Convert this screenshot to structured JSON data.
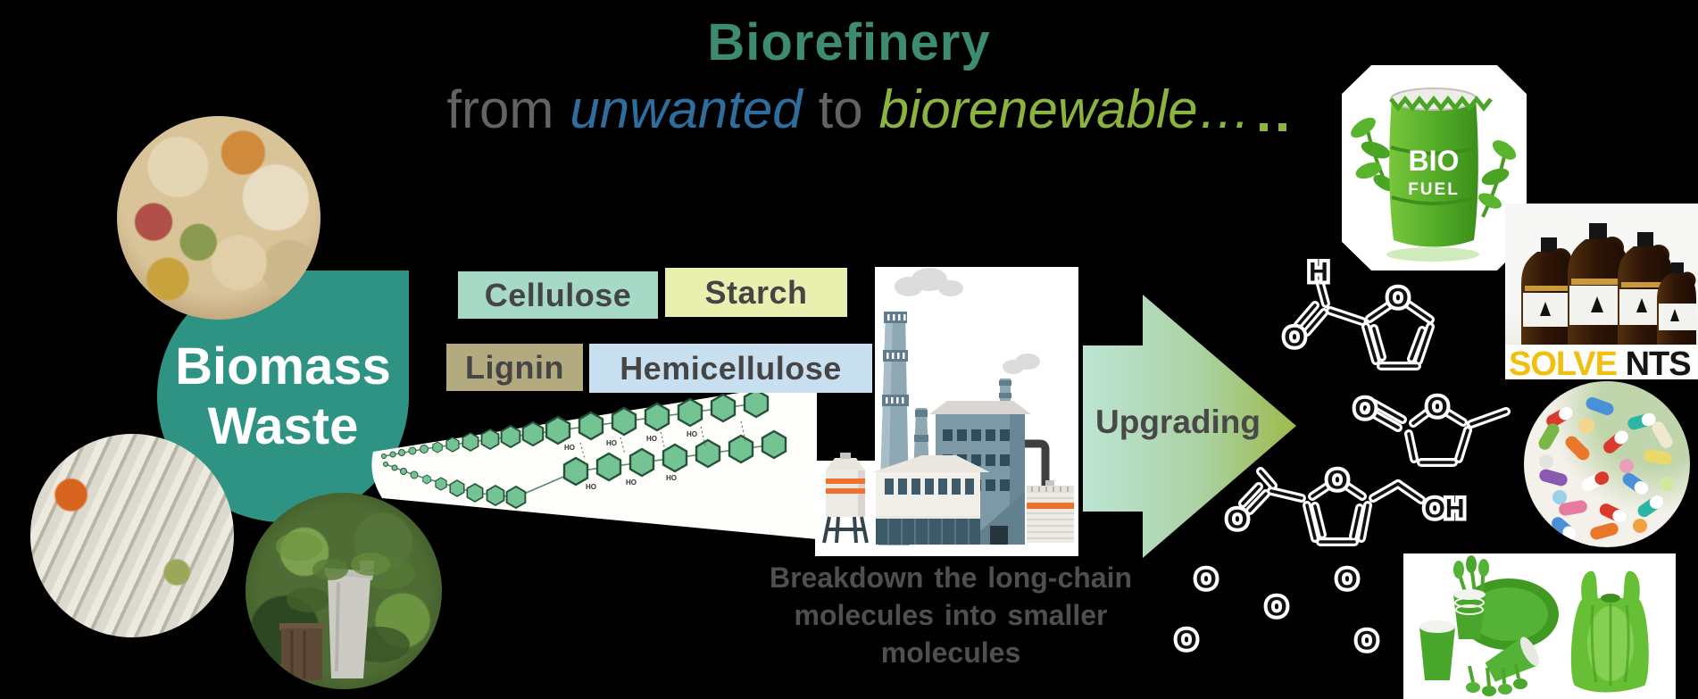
{
  "title": {
    "main": "Biorefinery",
    "from": "from",
    "unwanted": "unwanted",
    "to": "to",
    "biorenewable": "biorenewable…"
  },
  "source": {
    "line1": "Biomass",
    "line2": "Waste"
  },
  "components": {
    "cellulose": "Cellulose",
    "starch": "Starch",
    "lignin": "Lignin",
    "hemicellulose": "Hemicellulose"
  },
  "process": {
    "upgrading": "Upgrading",
    "breakdown_lines": [
      "Breakdown the long-chain",
      "molecules into smaller",
      "molecules"
    ]
  },
  "molecules": {
    "h": "H",
    "o": "O",
    "oh": "OH",
    "ho": "HO",
    "small_o": [
      "O",
      "O",
      "O",
      "O",
      "O"
    ]
  },
  "products": {
    "biofuel": {
      "line1": "BIO",
      "line2": "FUEL"
    },
    "solvents": {
      "highlight": "SOLVE",
      "rest": "NTS"
    }
  },
  "images": {
    "food_waste": "food-waste-photo",
    "paper_waste": "paper-waste-photo",
    "garden_waste": "garden-waste-photo",
    "polymer_chains": "cellulose-polymer-chain-diagram",
    "biorefinery_plant": "biorefinery-factory-illustration",
    "biofuel_barrel": "green-biofuel-barrel",
    "solvent_bottles": "amber-solvent-bottles",
    "pharmaceuticals": "colorful-pills",
    "bioplastics": "green-bioplastic-tableware-and-bag"
  },
  "colors": {
    "background": "#000000",
    "title_teal": "#3d8b71",
    "subtitle_gray": "#636363",
    "unwanted_blue": "#2e6e9e",
    "biorenewable_green": "#8ab43e",
    "biomass_teal": "#2e9383",
    "cellulose_bg": "#a6d9c6",
    "starch_bg": "#e9efae",
    "lignin_bg": "#b4aa80",
    "hemicellulose_bg": "#c8dff0",
    "arrow_start": "#bce5d3",
    "arrow_end": "#9cba4b",
    "label_text": "#454545",
    "breakdown_text": "#4f4f4f",
    "solvents_yellow": "#f0c010",
    "barrel_green": "#55ad28"
  }
}
